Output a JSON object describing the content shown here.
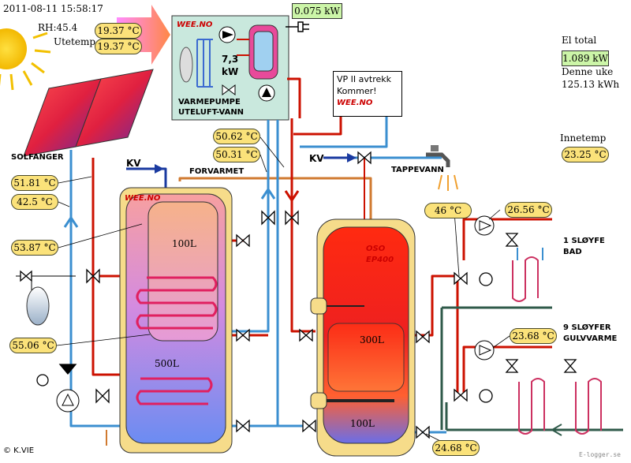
{
  "timestamp": "2011-08-11 15:58:17",
  "rh_label": "RH:45.4",
  "utetemp_label": "Utetemp",
  "outdoor_temps": [
    "19.37 °C",
    "19.37 °C"
  ],
  "heatpump": {
    "power": "0.075 kW",
    "capacity_line1": "7,3",
    "capacity_line2": "kW",
    "label_line1": "VARMEPUMPE",
    "label_line2": "UTELUFT-VANN",
    "brand": "WEE.NO"
  },
  "el_total": {
    "label": "El total",
    "value": "1.089 kW",
    "week_label": "Denne uke",
    "week_value": "125.13 kWh"
  },
  "vp_note": {
    "line1": "VP II avtrekk",
    "line2": "Kommer!",
    "brand": "WEE.NO"
  },
  "innetemp": {
    "label": "Innetemp",
    "value": "23.25 °C"
  },
  "labels": {
    "solfanger": "SOLFANGER",
    "kv_left": "KV",
    "kv_right": "KV",
    "forvarmet": "FORVARMET",
    "tappevann": "TAPPEVANN",
    "tank_left_brand": "WEE.NO",
    "tank_left_upper": "100L",
    "tank_left_lower": "500L",
    "tank_right_brand": "OSO",
    "tank_right_model": "EP400",
    "tank_right_upper": "300L",
    "tank_right_lower": "100L",
    "loop1_line1": "1 SLØYFE",
    "loop1_line2": "BAD",
    "loop9_line1": "9 SLØYFER",
    "loop9_line2": "GULVVARME",
    "copyright": "© K.VIE",
    "watermark": "E-logger.se"
  },
  "sensors": {
    "pipe_top_1": "50.62 °C",
    "pipe_top_2": "50.31 °C",
    "solar_out": "51.81 °C",
    "solar_in": "42.5 °C",
    "tank_upper": "53.87 °C",
    "tank_lower": "55.06 °C",
    "mix_valve": "46 °C",
    "bad_supply": "26.56 °C",
    "floor_supply": "23.68 °C",
    "return": "24.68 °C"
  },
  "colors": {
    "hot": "#cc1100",
    "cold": "#3b8fd0",
    "pill": "#fbe27a",
    "kw_box": "#ccf5a8",
    "heatpump_box": "#c9e8dd",
    "tank_shell": "#f6dc8a",
    "dark_pipe": "#2f5a4a"
  }
}
